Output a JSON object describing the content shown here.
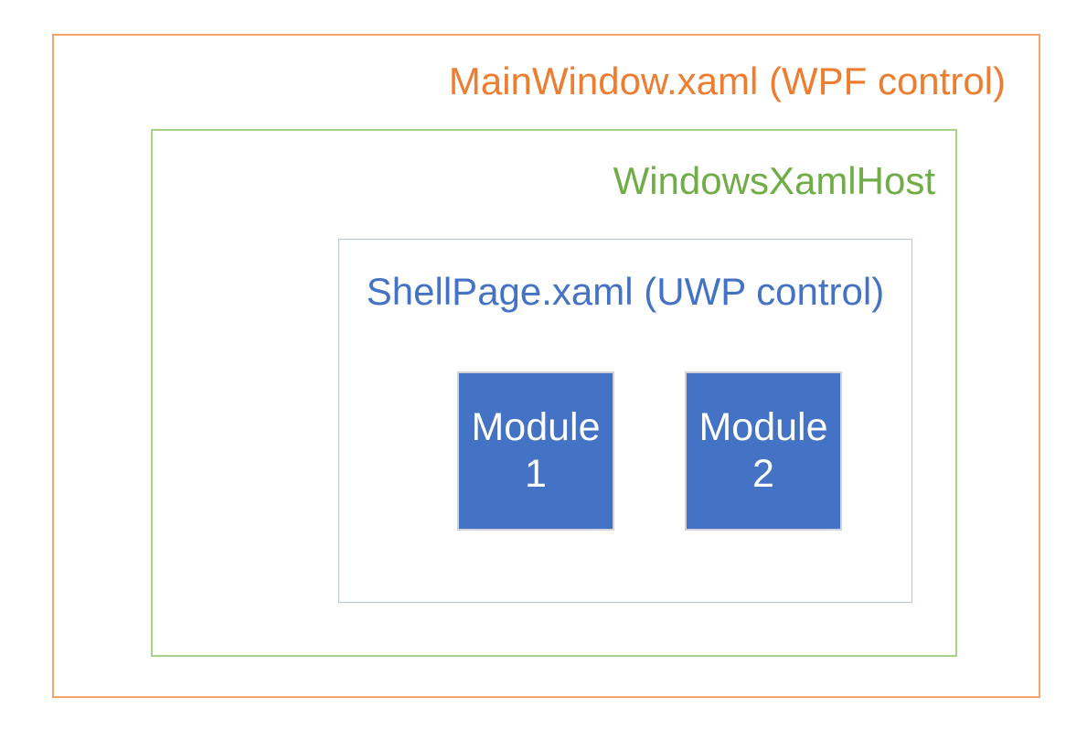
{
  "diagram": {
    "background_color": "#ffffff",
    "mainwindow": {
      "label": "MainWindow.xaml (WPF control)",
      "text_color": "#ed7d31",
      "border_color": "#f2a36e"
    },
    "xamlhost": {
      "label": "WindowsXamlHost",
      "text_color": "#70ad47",
      "border_color": "#a9d18e"
    },
    "shellpage": {
      "label": "ShellPage.xaml (UWP control)",
      "text_color": "#4472c4",
      "border_color": "#b4c7e7"
    },
    "modules": [
      {
        "name": "Module",
        "number": "1",
        "fill_color": "#4472c4",
        "text_color": "#ffffff",
        "border_color": "#d2d2da"
      },
      {
        "name": "Module",
        "number": "2",
        "fill_color": "#4472c4",
        "text_color": "#ffffff",
        "border_color": "#d2d2da"
      }
    ]
  }
}
